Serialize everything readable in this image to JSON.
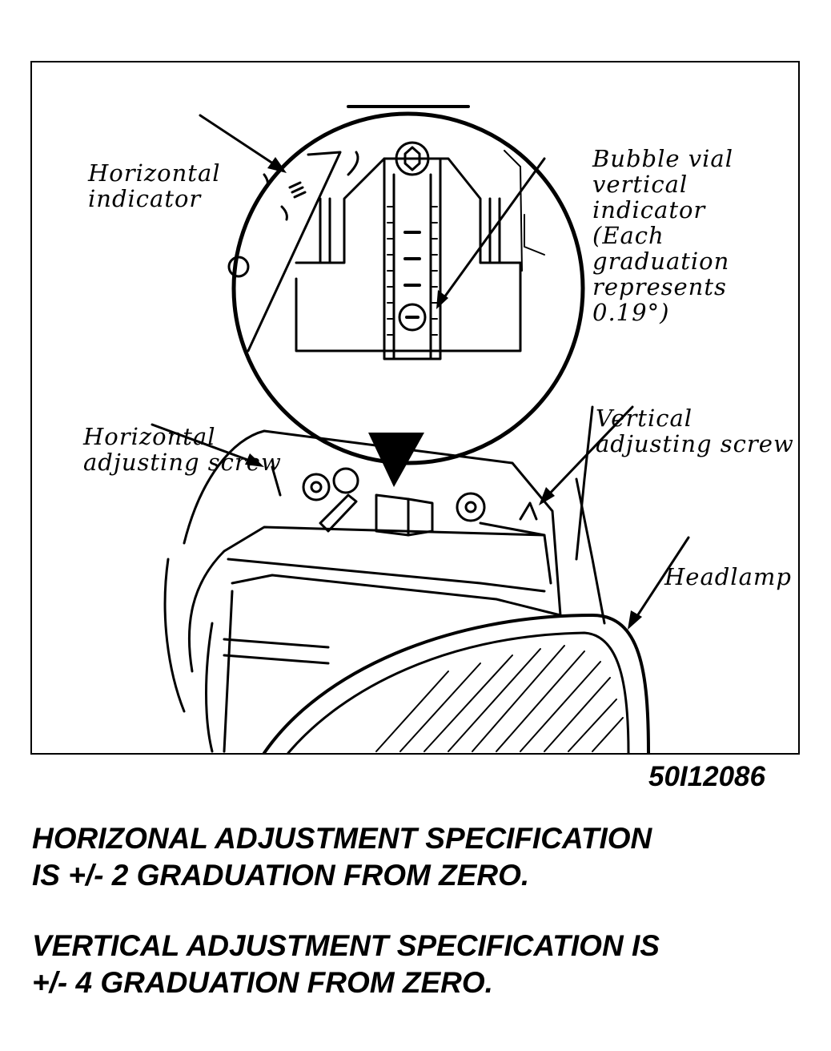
{
  "figure": {
    "labels": {
      "horizontal_indicator": "Horizontal\nindicator",
      "bubble_vial": "Bubble vial\nvertical\nindicator\n(Each graduation\nrepresents 0.19°)",
      "horizontal_adjusting_screw": "Horizontal\nadjusting screw",
      "vertical_adjusting_screw": "Vertical\nadjusting screw",
      "headlamp": "Headlamp"
    },
    "figure_number": "50I12086"
  },
  "specifications": {
    "horizontal": [
      "HORIZONAL ADJUSTMENT SPECIFICATION",
      "IS +/- 2 GRADUATION FROM ZERO."
    ],
    "vertical": [
      "VERTICAL ADJUSTMENT SPECIFICATION IS",
      "+/- 4 GRADUATION FROM ZERO."
    ]
  }
}
